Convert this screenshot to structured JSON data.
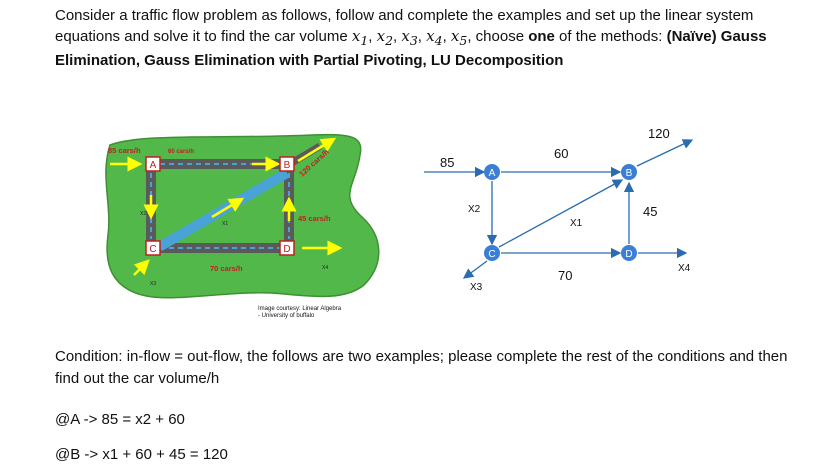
{
  "question": {
    "text_1": "Consider a traffic flow problem as follows, follow and complete the examples and set up the linear system equations and solve it to find the car volume ",
    "variables": "x",
    "text_2": ", choose ",
    "bold_one": "one",
    "text_3": " of the methods: ",
    "methods_bold": "(Naïve) Gauss Elimination, Gauss Elimination with Partial Pivoting, LU Decomposition"
  },
  "photo": {
    "labels": {
      "in_a": "85 cars/h",
      "ab": "60 cars/h",
      "out_b": "120 cars/h",
      "bd": "45 cars/h",
      "cd": "70 cars/h",
      "x1": "X1",
      "x2": "X2",
      "x3": "X3",
      "x4": "X4"
    },
    "nodes": {
      "a": "A",
      "b": "B",
      "c": "C",
      "d": "D"
    },
    "caption_1": "Image courtesy: Linear Algebra",
    "caption_2": "- University of buffalo",
    "colors": {
      "blob": "#52b84a",
      "blob_edge": "#3f8f35",
      "road": "#5a5a5a",
      "lane": "#4aa3d6",
      "arrow": "#ffff00"
    }
  },
  "graph": {
    "in_a": "85",
    "ab": "60",
    "out_b": "120",
    "bd": "45",
    "cd": "70",
    "x1": "X1",
    "x2": "X2",
    "x3": "X3",
    "x4": "X4",
    "nodes": {
      "a": "A",
      "b": "B",
      "c": "C",
      "d": "D"
    },
    "colors": {
      "edge": "#2b6cb0",
      "node": "#3b7fd4"
    }
  },
  "condition": "Condition: in-flow = out-flow, the follows are two examples; please complete the rest of the conditions and then find out the car volume/h",
  "examples": [
    "@A -> 85 = x2 + 60",
    "@B -> x1 + 60 + 45 = 120"
  ]
}
